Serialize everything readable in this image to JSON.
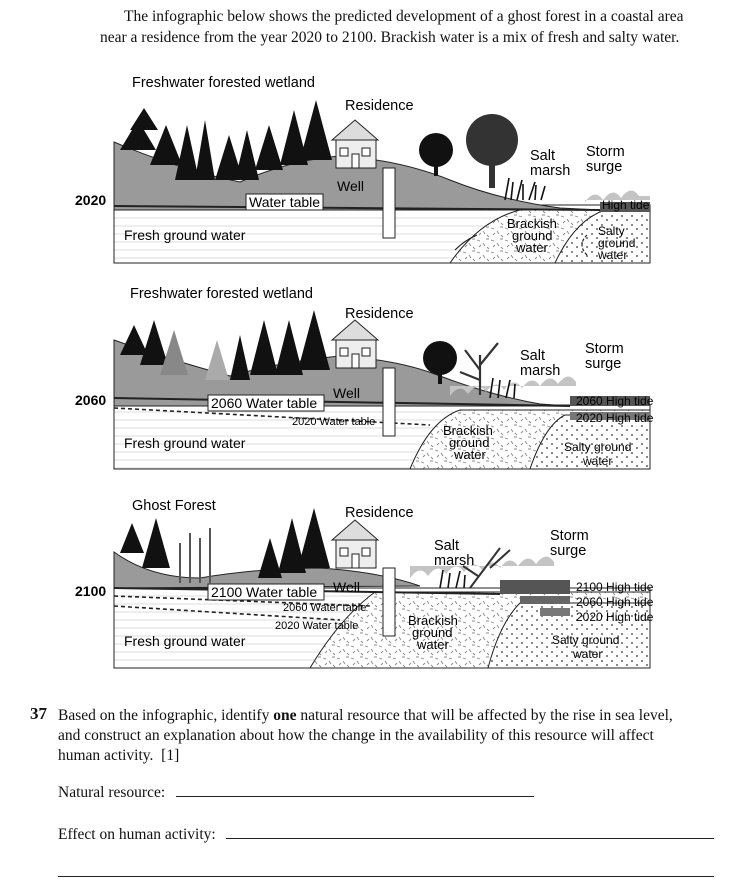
{
  "intro": {
    "text": "The infographic below shows the predicted development of a ghost forest in a coastal area near a residence from the year 2020 to 2100. Brackish water is a mix of fresh and salty water."
  },
  "panels": [
    {
      "year": "2020",
      "forest_label": "Freshwater forested wetland",
      "residence": "Residence",
      "well": "Well",
      "water_table": "Water table",
      "salt_marsh": [
        "Salt",
        "marsh"
      ],
      "storm_surge": [
        "Storm",
        "surge"
      ],
      "tides": [
        "High tide"
      ],
      "fresh": "Fresh ground water",
      "brackish": [
        "Brackish",
        "ground",
        "water"
      ],
      "salty": [
        "Salty",
        "ground",
        "water"
      ]
    },
    {
      "year": "2060",
      "forest_label": "Freshwater forested wetland",
      "residence": "Residence",
      "well": "Well",
      "water_table": "2060 Water table",
      "old_tables": [
        "2020 Water table"
      ],
      "salt_marsh": [
        "Salt",
        "marsh"
      ],
      "storm_surge": [
        "Storm",
        "surge"
      ],
      "tides": [
        "2060 High tide",
        "2020 High tide"
      ],
      "fresh": "Fresh ground water",
      "brackish": [
        "Brackish",
        "ground",
        "water"
      ],
      "salty": [
        "Salty ground",
        "water"
      ]
    },
    {
      "year": "2100",
      "forest_label": "Ghost Forest",
      "residence": "Residence",
      "well": "Well",
      "water_table": "2100 Water table",
      "old_tables": [
        "2060 Water table",
        "2020 Water table"
      ],
      "salt_marsh": [
        "Salt",
        "marsh"
      ],
      "storm_surge": [
        "Storm",
        "surge"
      ],
      "tides": [
        "2100 High tide",
        "2060 High tide",
        "2020 High tide"
      ],
      "fresh": "Fresh ground water",
      "brackish": [
        "Brackish",
        "ground",
        "water"
      ],
      "salty": [
        "Salty ground",
        "water"
      ]
    }
  ],
  "question": {
    "number": "37",
    "text_before": "Based on the infographic, identify ",
    "bold": "one",
    "text_after": " natural resource that will be affected by the rise in sea level, and construct an explanation about how the change in the availability of this resource will affect human activity.",
    "points": "[1]",
    "resource_label": "Natural resource:",
    "effect_label": "Effect on human activity:"
  }
}
